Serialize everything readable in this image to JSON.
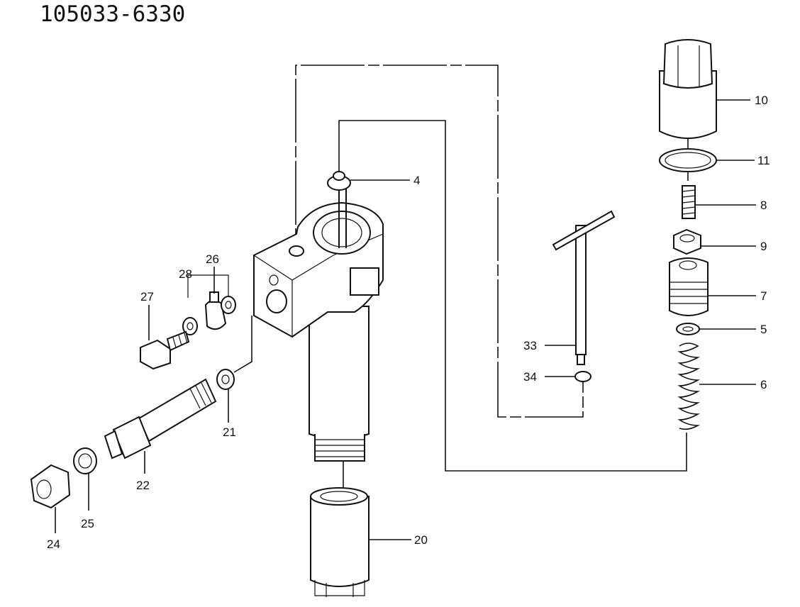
{
  "diagram": {
    "title": "105033-6330",
    "callouts": {
      "c4": "4",
      "c5": "5",
      "c6": "6",
      "c7": "7",
      "c8": "8",
      "c9": "9",
      "c10": "10",
      "c11": "11",
      "c20": "20",
      "c21": "21",
      "c22": "22",
      "c24": "24",
      "c25": "25",
      "c26": "26",
      "c27": "27",
      "c28": "28",
      "c33": "33",
      "c34": "34"
    }
  }
}
